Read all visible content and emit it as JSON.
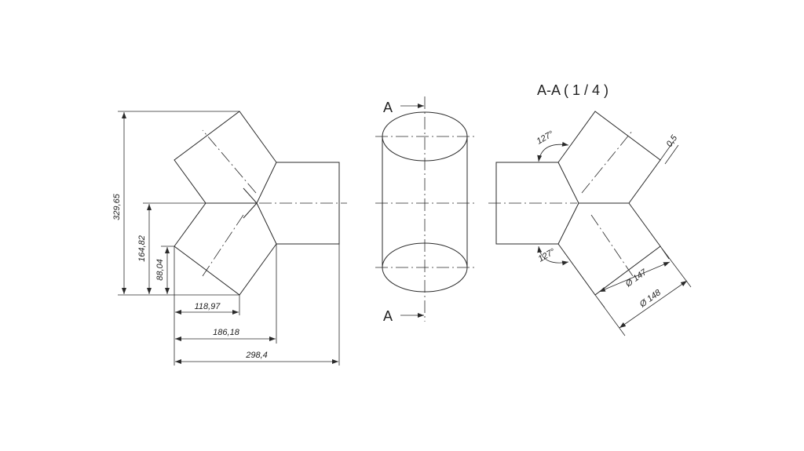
{
  "section_title": "A-A ( 1 / 4 )",
  "section_marker": "A",
  "dimensions": {
    "height_total": "329,65",
    "height_mid": "164,82",
    "height_low": "88,04",
    "width_1": "118,97",
    "width_2": "186,18",
    "width_3": "298,4",
    "angle_top": "127°",
    "angle_bottom": "127°",
    "thickness": "0,5",
    "diameter_inner": "Ø 147",
    "diameter_outer": "Ø 148"
  }
}
